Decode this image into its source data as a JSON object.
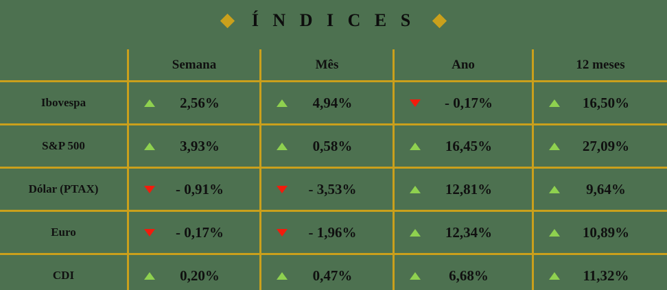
{
  "title": {
    "text": "Í N D I C E S",
    "left_ornament": "diamond-icon",
    "right_ornament": "diamond-icon"
  },
  "colors": {
    "background": "#4d7150",
    "grid": "#caa01c",
    "text": "#101010",
    "up": "#8fd14f",
    "down": "#f21b0c"
  },
  "table": {
    "corner_header": "",
    "columns": [
      "Semana",
      "Mês",
      "Ano",
      "12 meses"
    ],
    "rows": [
      {
        "label": "Ibovespa",
        "cells": [
          {
            "value": "2,56%",
            "direction": "up"
          },
          {
            "value": "4,94%",
            "direction": "up"
          },
          {
            "value": "- 0,17%",
            "direction": "down"
          },
          {
            "value": "16,50%",
            "direction": "up"
          }
        ]
      },
      {
        "label": "S&P 500",
        "cells": [
          {
            "value": "3,93%",
            "direction": "up"
          },
          {
            "value": "0,58%",
            "direction": "up"
          },
          {
            "value": "16,45%",
            "direction": "up"
          },
          {
            "value": "27,09%",
            "direction": "up"
          }
        ]
      },
      {
        "label": "Dólar (PTAX)",
        "cells": [
          {
            "value": "- 0,91%",
            "direction": "down"
          },
          {
            "value": "- 3,53%",
            "direction": "down"
          },
          {
            "value": "12,81%",
            "direction": "up"
          },
          {
            "value": "9,64%",
            "direction": "up"
          }
        ]
      },
      {
        "label": "Euro",
        "cells": [
          {
            "value": "- 0,17%",
            "direction": "down"
          },
          {
            "value": "- 1,96%",
            "direction": "down"
          },
          {
            "value": "12,34%",
            "direction": "up"
          },
          {
            "value": "10,89%",
            "direction": "up"
          }
        ]
      },
      {
        "label": "CDI",
        "cells": [
          {
            "value": "0,20%",
            "direction": "up"
          },
          {
            "value": "0,47%",
            "direction": "up"
          },
          {
            "value": "6,68%",
            "direction": "up"
          },
          {
            "value": "11,32%",
            "direction": "up"
          }
        ]
      }
    ]
  }
}
